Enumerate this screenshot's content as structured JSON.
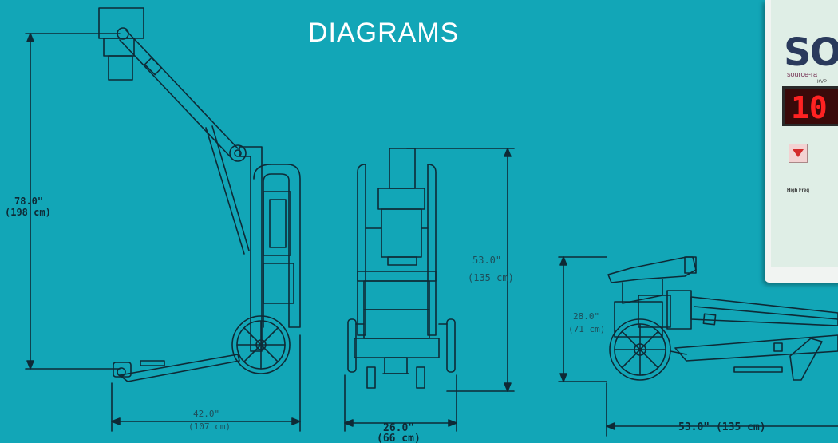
{
  "page": {
    "title": "DIAGRAMS"
  },
  "side_view_vertical": {
    "height_in": "78.0\"",
    "height_cm": "(198 cm)",
    "width_in": "42.0\"",
    "width_cm": "(107 cm)"
  },
  "front_view": {
    "height_in": "53.0\"",
    "height_cm": "(135 cm)",
    "width_in": "26.0\"",
    "width_cm": "(66 cm)"
  },
  "side_view_folded": {
    "height_in": "28.0\"",
    "height_cm": "(71 cm)",
    "length": "53.0\" (135 cm)"
  },
  "control_panel": {
    "logo": "SO",
    "tagline": "source-ra",
    "kvp_label": "KVP",
    "display_value": "10",
    "footer_text": "High Freq"
  },
  "colors": {
    "background": "#12a6b7",
    "line": "#0e2a36",
    "title": "#ffffff"
  }
}
